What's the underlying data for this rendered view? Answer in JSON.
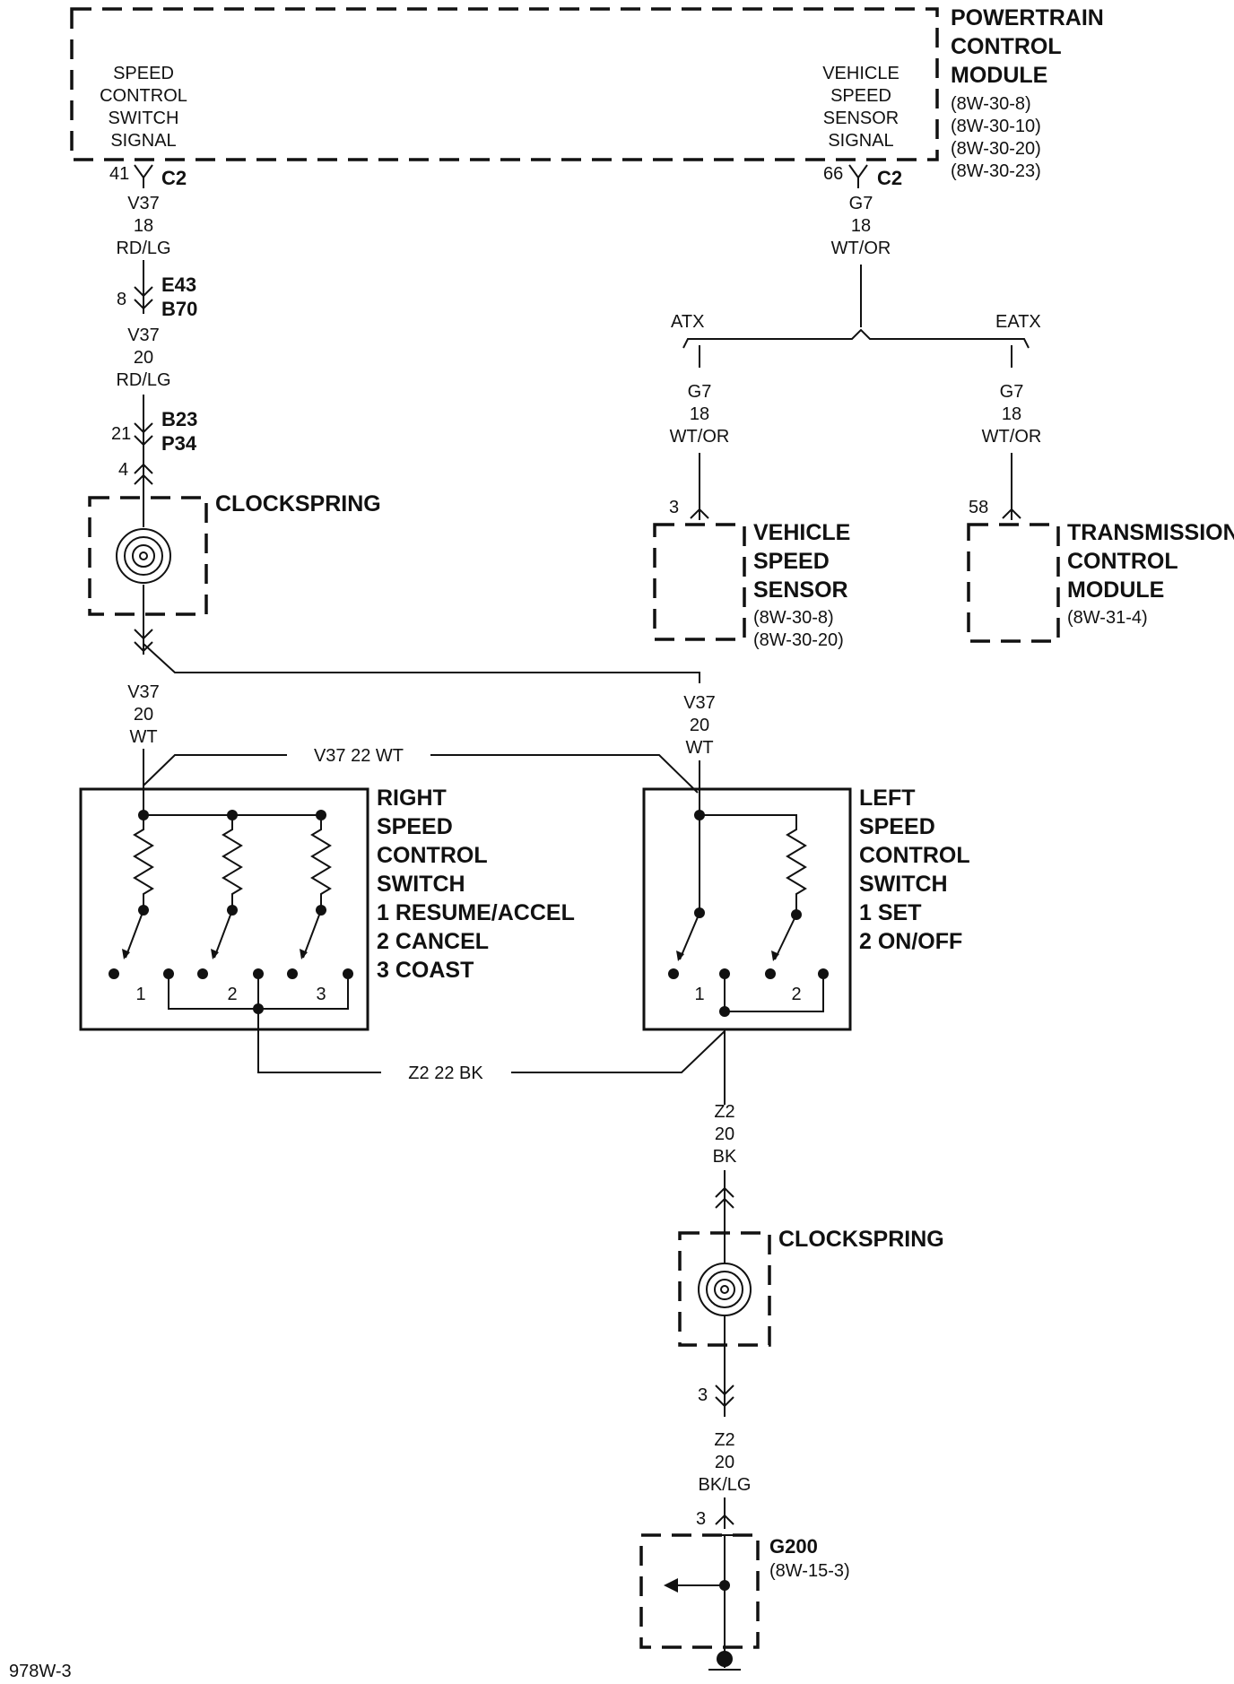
{
  "pcm": {
    "title": [
      "POWERTRAIN",
      "CONTROL",
      "MODULE"
    ],
    "refs": [
      "(8W-30-8)",
      "(8W-30-10)",
      "(8W-30-20)",
      "(8W-30-23)"
    ],
    "left_signal": [
      "SPEED",
      "CONTROL",
      "SWITCH",
      "SIGNAL"
    ],
    "right_signal": [
      "VEHICLE",
      "SPEED",
      "SENSOR",
      "SIGNAL"
    ],
    "left_pin": "41",
    "left_conn": "C2",
    "right_pin": "66",
    "right_conn": "C2"
  },
  "wires": {
    "w1": [
      "V37",
      "18",
      "RD/LG"
    ],
    "w2": [
      "V37",
      "20",
      "RD/LG"
    ],
    "w3": [
      "V37",
      "20",
      "WT"
    ],
    "w4": [
      "V37",
      "20",
      "WT"
    ],
    "w5": [
      "G7",
      "18",
      "WT/OR"
    ],
    "w6": [
      "G7",
      "18",
      "WT/OR"
    ],
    "w7": [
      "G7",
      "18",
      "WT/OR"
    ],
    "w8": [
      "Z2",
      "20",
      "BK"
    ],
    "w9": [
      "Z2",
      "20",
      "BK/LG"
    ],
    "v37_22": "V37    22 WT",
    "z2_22": "Z2    22 BK"
  },
  "connectors": {
    "e43_pin": "8",
    "e43": "E43",
    "b70": "B70",
    "b23_pin": "21",
    "b23": "B23",
    "p34": "P34",
    "cs1_pin": "4",
    "atx": "ATX",
    "eatx": "EATX",
    "vss_pin": "3",
    "tcm_pin": "58",
    "cs2_pin": "3",
    "g200_pin": "3"
  },
  "components": {
    "clockspring_top": "CLOCKSPRING",
    "clockspring_bottom": "CLOCKSPRING",
    "vss": [
      "VEHICLE",
      "SPEED",
      "SENSOR"
    ],
    "vss_refs": [
      "(8W-30-8)",
      "(8W-30-20)"
    ],
    "tcm": [
      "TRANSMISSION",
      "CONTROL",
      "MODULE"
    ],
    "tcm_refs": [
      "(8W-31-4)"
    ],
    "right_switch": [
      "RIGHT",
      "SPEED",
      "CONTROL",
      "SWITCH",
      "1 RESUME/ACCEL",
      "2 CANCEL",
      "3 COAST"
    ],
    "left_switch": [
      "LEFT",
      "SPEED",
      "CONTROL",
      "SWITCH",
      "1 SET",
      "2 ON/OFF"
    ],
    "rs_nums": [
      "1",
      "2",
      "3"
    ],
    "ls_nums": [
      "1",
      "2"
    ],
    "g200": "G200",
    "g200_ref": "(8W-15-3)"
  },
  "footer": "978W-3"
}
